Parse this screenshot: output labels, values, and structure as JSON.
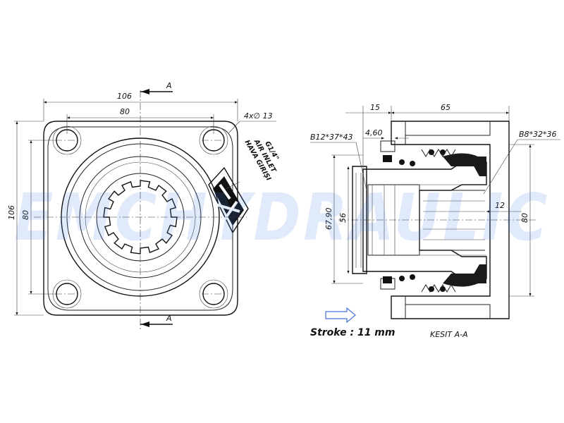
{
  "watermark": "EMCHYDRAULIC",
  "front_view": {
    "dim_width_outer": "106",
    "dim_width_holes": "80",
    "dim_height_outer": "106",
    "dim_height_holes": "80",
    "hole_callout": "4x∅ 13",
    "section_mark_top": "A",
    "section_mark_bottom": "A",
    "port_label_line1": "G1/4\"",
    "port_label_line2": "AIR INLET",
    "port_label_line3": "HAVA GIRIŞI"
  },
  "section_view": {
    "dim_left": "15",
    "dim_length": "65",
    "dim_offset": "4,60",
    "seal_left": "B12*37*43",
    "seal_right": "B8*32*36",
    "dim_dia_outer": "67,90",
    "dim_dia_inner": "56",
    "dim_dia_right": "80",
    "dim_gap": "12",
    "title": "KESIT A-A"
  },
  "stroke_label": "Stroke : 11 mm",
  "colors": {
    "line": "#222222",
    "watermark": "#3d7fe0",
    "arrow": "#4a6fd8",
    "seal": "#1a1a1a"
  }
}
